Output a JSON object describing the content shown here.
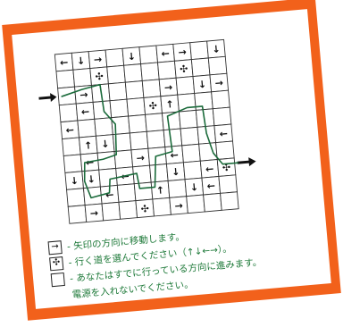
{
  "puzzle": {
    "rows": 10,
    "cols": 10,
    "cells": [
      [
        "left",
        "down",
        "right",
        "",
        "down",
        "",
        "left",
        "right",
        "",
        "down"
      ],
      [
        "",
        "",
        "cross",
        "",
        "",
        "",
        "",
        "cross",
        "",
        ""
      ],
      [
        "",
        "right",
        "",
        "",
        "",
        "",
        "right",
        "",
        "down",
        "right"
      ],
      [
        "",
        "left",
        "",
        "",
        "",
        "cross",
        "up",
        "",
        "",
        ""
      ],
      [
        "left",
        "",
        "",
        "",
        "",
        "",
        "",
        "",
        "",
        ""
      ],
      [
        "",
        "up",
        "down",
        "",
        "",
        "",
        "",
        "",
        "",
        "left"
      ],
      [
        "",
        "left",
        "",
        "",
        "right",
        "",
        "left",
        "",
        "",
        ""
      ],
      [
        "down",
        "down",
        "",
        "left",
        "",
        "",
        "down",
        "",
        "left",
        "cross"
      ],
      [
        "",
        "",
        "left",
        "",
        "",
        "up",
        "",
        "down",
        "left",
        ""
      ],
      [
        "",
        "right",
        "",
        "",
        "cross",
        "",
        "right",
        "",
        "",
        ""
      ]
    ],
    "entry_arrow": "right",
    "exit_arrow": "right"
  },
  "legend": [
    {
      "symbol": "right",
      "text": "- 矢印の方向に移動します。"
    },
    {
      "symbol": "cross",
      "text": "- 行く道を選んでください（↑↓←→）。"
    },
    {
      "symbol": "",
      "text": "- あなたはすでに行っている方向に進みます。"
    },
    {
      "symbol": "",
      "text": "電源を入れないでください。"
    }
  ],
  "colors": {
    "border": "#f2611b",
    "ink": "#111111",
    "path": "#1b6b3b",
    "legend_text": "#1f7a3a"
  }
}
